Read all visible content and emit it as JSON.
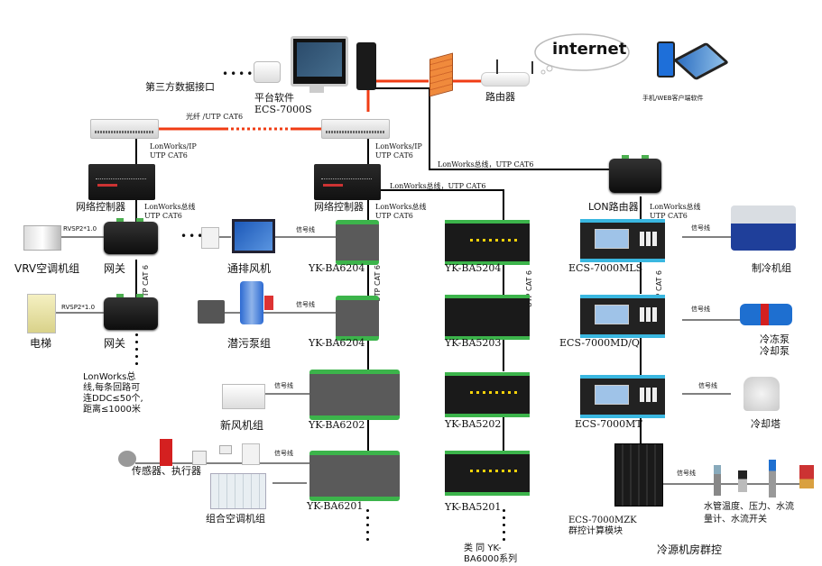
{
  "title": "Building automation network topology",
  "top": {
    "third_party": "第三方数据接口",
    "platform_line1": "平台软件",
    "platform_line2": "ECS-7000S",
    "fiber_link": "光纤 /UTP CAT6",
    "router": "路由器",
    "internet": "internet",
    "mobile_client": "手机/WEB客户端软件"
  },
  "links": {
    "lonworks_ip": [
      "LonWorks/IP",
      "UTP CAT6"
    ],
    "lonworks_bus": [
      "LonWorks总线",
      "UTP CAT6"
    ],
    "lonworks_bus_inline": "LonWorks总线，UTP CAT6",
    "utp_cat6_vertical": "UTP CAT 6",
    "signal": "信号线",
    "rvsp": "RVSP2*1.0"
  },
  "left_column": {
    "network_controller": "网络控制器",
    "gateway": "网关",
    "vrv": "VRV空调机组",
    "elevator": "电梯",
    "note": [
      "LonWorks总",
      "线,每条回路可",
      "连DDC≤50个,",
      "距离≤1000米"
    ]
  },
  "middle_column": {
    "network_controller": "网络控制器",
    "exhaust_fan": "通排风机",
    "sewage_pump": "潜污泵组",
    "fresh_air": "新风机组",
    "sensors": "传感器、执行器",
    "ahu": "组合空调机组",
    "modules": [
      "YK-BA6204",
      "YK-BA6204",
      "YK-BA6202",
      "YK-BA6201"
    ]
  },
  "ba5000_column": {
    "modules": [
      "YK-BA5204",
      "YK-BA5203",
      "YK-BA5202",
      "YK-BA5201"
    ],
    "note_line1": "类 同 YK-",
    "note_line2": "BA6000系列"
  },
  "chiller_column": {
    "lon_router": "LON路由器",
    "controllers": [
      "ECS-7000MLS",
      "ECS-7000MD/Q",
      "ECS-7000MT"
    ],
    "mzk_line1": "ECS-7000MZK",
    "mzk_line2": "群控计算模块",
    "chiller": "制冷机组",
    "pump_line1": "冷冻泵",
    "pump_line2": "冷却泵",
    "tower": "冷却塔",
    "meters_line1": "水管温度、压力、水流",
    "meters_line2": "量计、水流开关",
    "group_title": "冷源机房群控"
  }
}
